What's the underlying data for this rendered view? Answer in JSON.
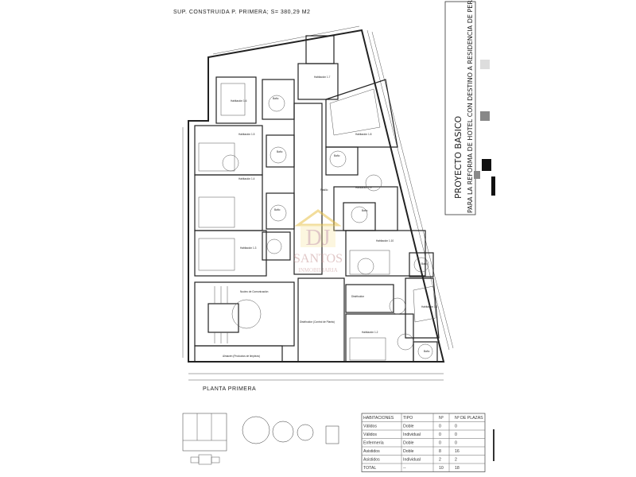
{
  "header": {
    "surface": "SUP. CONSTRUIDA P. PRIMERA; S= 380,29 M2"
  },
  "title_block": {
    "title": "PROYECTO BASICO",
    "subtitle": "PARA LA REFORMA DE HOTEL CON DESTINO A RESIDENCIA DE PERSONAS MAYORES"
  },
  "plan": {
    "name": "PLANTA PRIMERA",
    "rooms": [
      {
        "label": "Habitación 1.6"
      },
      {
        "label": "Habitación 1.5"
      },
      {
        "label": "Habitación 1.4"
      },
      {
        "label": "Habitación 1.3"
      },
      {
        "label": "Habitación 1.7"
      },
      {
        "label": "Habitación 1.8"
      },
      {
        "label": "Habitación 1.9"
      },
      {
        "label": "Habitación 1.10"
      },
      {
        "label": "Habitación 1.1"
      },
      {
        "label": "Habitación 1.2"
      },
      {
        "label": "Pasillo"
      },
      {
        "label": "Distribuidor"
      },
      {
        "label": "Distribuidor (Control de Planta)"
      },
      {
        "label": "Nucleo de Comunicación"
      },
      {
        "label": "Almacén (Productos de limpieza)"
      }
    ],
    "bath_label": "Baño"
  },
  "watermark": {
    "logo": "DJ",
    "name": "SANTOS",
    "sub": "INMOBILIARIA"
  },
  "table": {
    "headers": [
      "HABITACIONES",
      "TIPO",
      "Nº",
      "Nº DE PLAZAS"
    ],
    "rows": [
      [
        "Válidos",
        "Doble",
        "0",
        "0"
      ],
      [
        "Válidos",
        "Individual",
        "0",
        "0"
      ],
      [
        "Enfermería",
        "Doble",
        "0",
        "0"
      ],
      [
        "Asistidos",
        "Doble",
        "8",
        "16"
      ],
      [
        "Asistidos",
        "Individual",
        "2",
        "2"
      ],
      [
        "TOTAL",
        "--",
        "10",
        "18"
      ]
    ]
  }
}
